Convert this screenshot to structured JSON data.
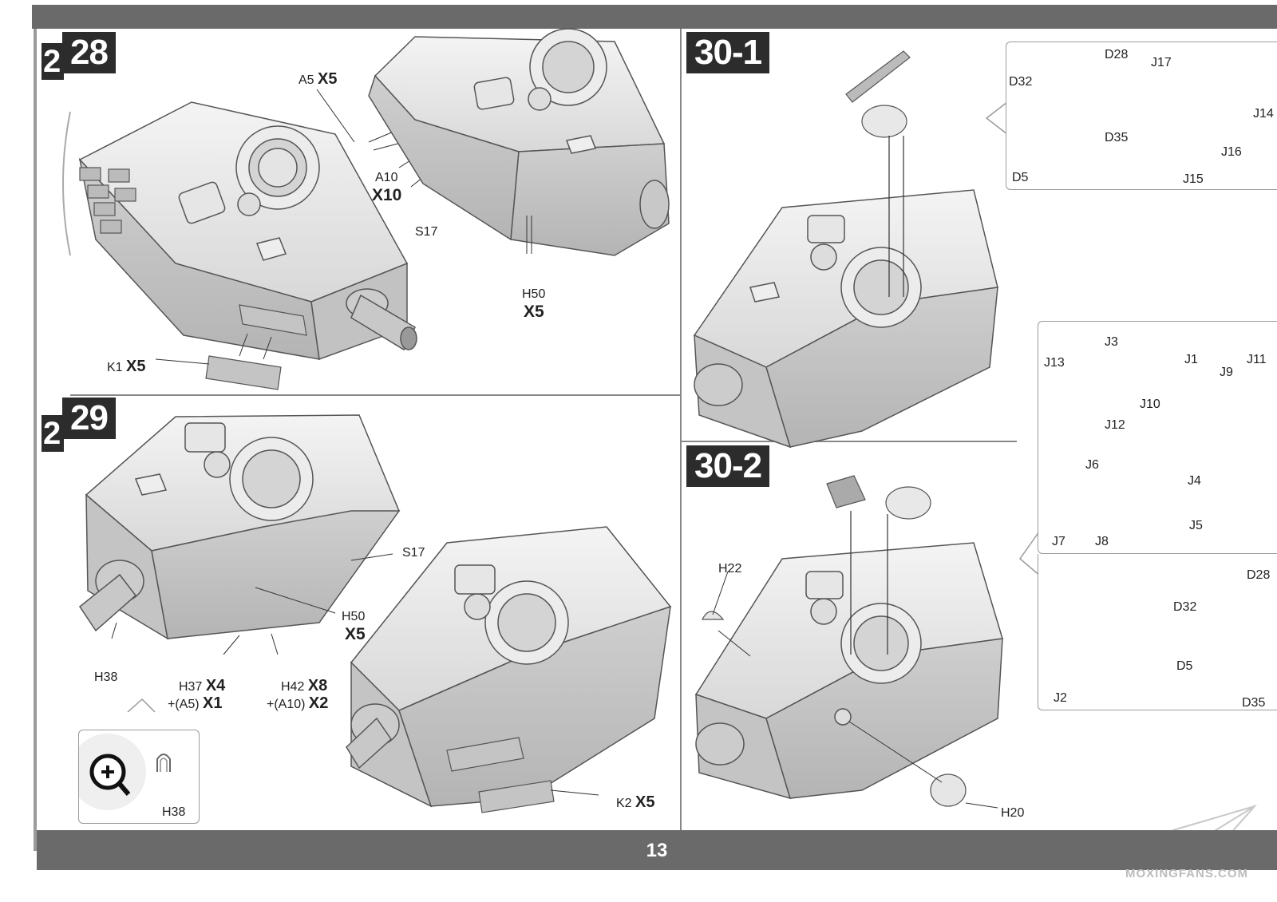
{
  "page_number": "13",
  "steps": {
    "s28": {
      "number": "28",
      "ghost": "2"
    },
    "s29": {
      "number": "29",
      "ghost": "2"
    },
    "s30_1": {
      "number": "30-1"
    },
    "s30_2": {
      "number": "30-2"
    }
  },
  "step28_labels": {
    "a5": {
      "part": "A5",
      "qty": "X5"
    },
    "a10": {
      "part": "A10",
      "qty": "X10"
    },
    "s17": "S17",
    "h50": {
      "part": "H50",
      "qty": "X5"
    },
    "k1": {
      "part": "K1",
      "qty": "X5"
    }
  },
  "step29_labels": {
    "s17": "S17",
    "h50": {
      "part": "H50",
      "qty": "X5"
    },
    "h38": "H38",
    "h37": {
      "part": "H37",
      "qty": "X4",
      "extra_part": "+(A5)",
      "extra_qty": "X1"
    },
    "h42": {
      "part": "H42",
      "qty": "X8",
      "extra_part": "+(A10)",
      "extra_qty": "X2"
    },
    "k2": {
      "part": "K2",
      "qty": "X5"
    },
    "zoom_label": "H38"
  },
  "step30_1_labels": {
    "d28": "D28",
    "d32": "D32",
    "d35": "D35",
    "d5": "D5",
    "j17": "J17",
    "j14": "J14",
    "j16": "J16",
    "j15": "J15"
  },
  "inset_mid_labels": {
    "j3": "J3",
    "j13": "J13",
    "j10": "J10",
    "j12": "J12",
    "j1": "J1",
    "j11": "J11",
    "j9": "J9",
    "j4": "J4",
    "j5": "J5",
    "j6": "J6",
    "j7": "J7",
    "j8": "J8"
  },
  "step30_2_labels": {
    "h22": "H22",
    "h20": "H20",
    "d28": "D28",
    "d32": "D32",
    "d5": "D5",
    "d35": "D35",
    "j2": "J2"
  },
  "watermark": "MOXINGFANS.COM",
  "icons": [
    "magnifier-plus-icon",
    "paper-plane-logo-icon",
    "yin-yang-icon"
  ]
}
